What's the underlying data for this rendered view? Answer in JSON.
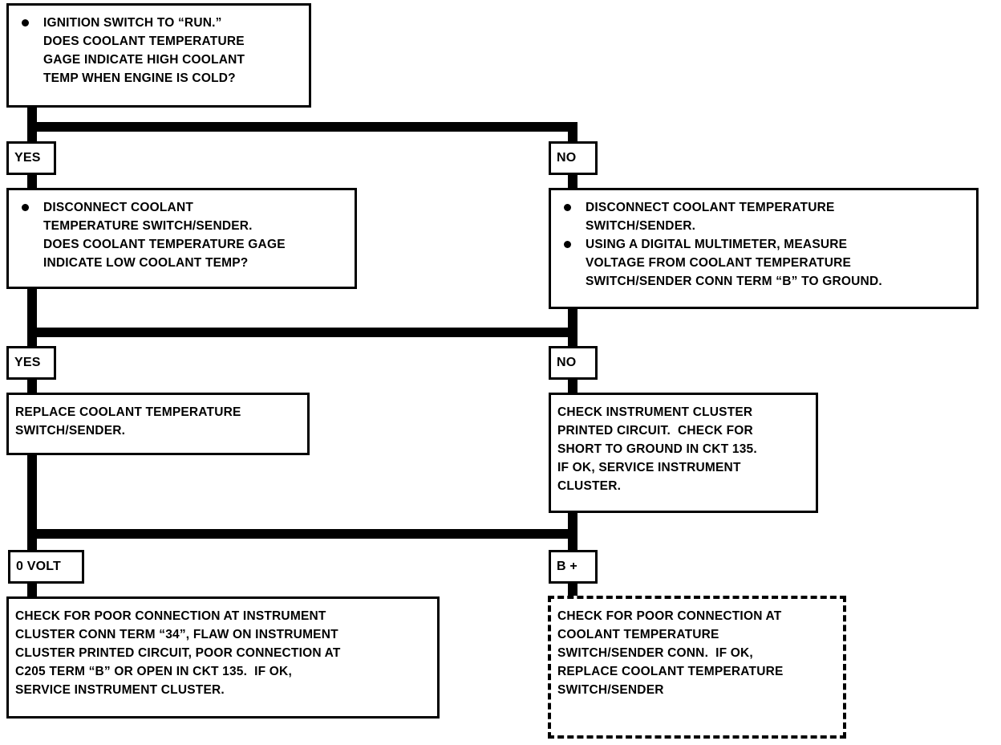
{
  "diagram": {
    "title": "Coolant Temperature Gage Diagnostic Flowchart",
    "ink_color": "#000000",
    "background_color": "#ffffff"
  },
  "nodes": {
    "start": {
      "name": "ignition-switch-question",
      "bullets": [
        {
          "lines": [
            "IGNITION SWITCH TO “RUN.”",
            "DOES COOLANT TEMPERATURE",
            "GAGE INDICATE HIGH COOLANT",
            "TEMP WHEN ENGINE IS COLD?"
          ]
        }
      ]
    },
    "left_step1": {
      "name": "disconnect-switch-left",
      "bullets": [
        {
          "lines": [
            "DISCONNECT COOLANT",
            "TEMPERATURE SWITCH/SENDER.",
            "DOES COOLANT TEMPERATURE GAGE",
            "INDICATE LOW COOLANT TEMP?"
          ]
        }
      ]
    },
    "right_step1": {
      "name": "disconnect-and-measure-right",
      "bullets": [
        {
          "lines": [
            "DISCONNECT COOLANT TEMPERATURE",
            "SWITCH/SENDER."
          ]
        },
        {
          "lines": [
            "USING A DIGITAL MULTIMETER, MEASURE",
            "VOLTAGE FROM COOLANT TEMPERATURE",
            "SWITCH/SENDER CONN TERM “B” TO GROUND."
          ]
        }
      ]
    },
    "left_step2": {
      "name": "replace-switch-sender",
      "lines": [
        "REPLACE COOLANT TEMPERATURE",
        "SWITCH/SENDER."
      ]
    },
    "right_step2": {
      "name": "check-instrument-cluster",
      "lines": [
        "CHECK INSTRUMENT CLUSTER",
        "PRINTED CIRCUIT.  CHECK FOR",
        "SHORT TO GROUND IN CKT 135.",
        "IF OK, SERVICE INSTRUMENT",
        "CLUSTER."
      ]
    },
    "left_result": {
      "name": "check-poor-connection-cluster",
      "lines": [
        "CHECK FOR POOR CONNECTION AT INSTRUMENT",
        "CLUSTER CONN TERM “34”, FLAW ON INSTRUMENT",
        "CLUSTER PRINTED CIRCUIT, POOR CONNECTION AT",
        "C205 TERM “B” OR OPEN IN CKT 135.  IF OK,",
        "SERVICE INSTRUMENT CLUSTER."
      ]
    },
    "right_result": {
      "name": "check-poor-connection-sender",
      "style": "dashed",
      "lines": [
        "CHECK FOR POOR CONNECTION AT",
        "COOLANT TEMPERATURE",
        "SWITCH/SENDER CONN.  IF OK,",
        "REPLACE COOLANT TEMPERATURE",
        "SWITCH/SENDER"
      ]
    }
  },
  "branch_labels": {
    "yes_1": "YES",
    "no_1": "NO",
    "yes_2": "YES",
    "no_2": "NO",
    "zero_volt": "0 VOLT",
    "b_plus": "B +"
  }
}
